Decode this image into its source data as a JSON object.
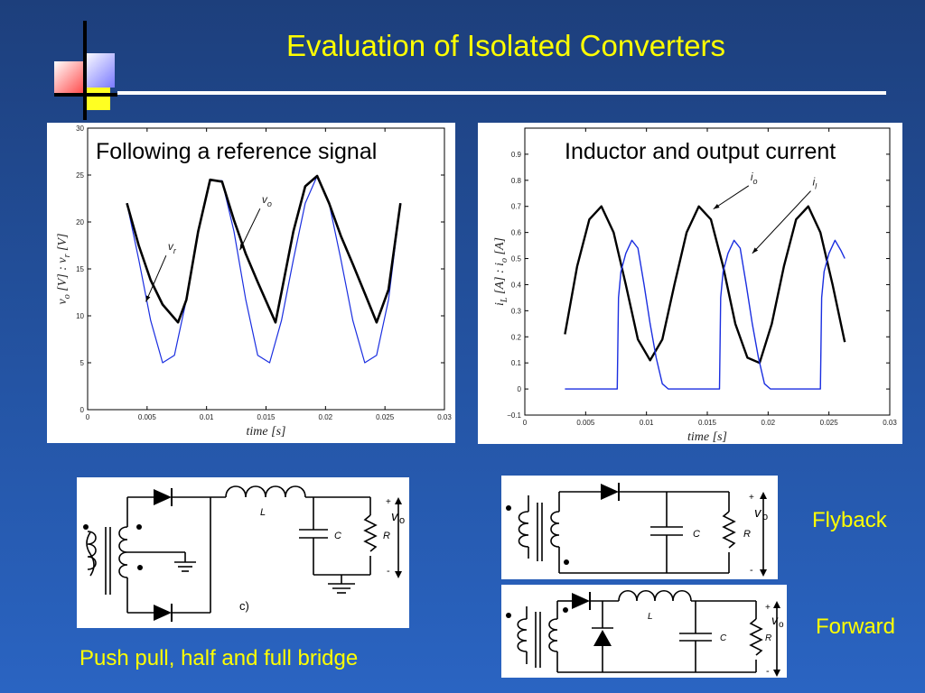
{
  "slide": {
    "title": "Evaluation of Isolated Converters",
    "colors": {
      "background": "#2454a4",
      "title": "#ffff00",
      "caption": "#ffff00",
      "curve_black": "#000000",
      "curve_blue": "#1a2ee0"
    }
  },
  "chart_data": [
    {
      "type": "line",
      "caption": "Following a reference signal",
      "xlabel": "time [s]",
      "ylabel_parts": [
        "v",
        "o",
        " [V]   :   ",
        "v",
        "r",
        " [V]"
      ],
      "xlim": [
        0,
        0.03
      ],
      "ylim": [
        0,
        30
      ],
      "x_ticks": [
        0,
        0.005,
        0.01,
        0.015,
        0.02,
        0.025,
        0.03
      ],
      "x_tick_labels": [
        "0",
        "0.005",
        "0.01",
        "0.015",
        "0.02",
        "0.025",
        "0.03"
      ],
      "y_ticks": [
        0,
        5,
        10,
        15,
        20,
        25,
        30
      ],
      "y_tick_labels": [
        "0",
        "5",
        "10",
        "15",
        "20",
        "25",
        "30"
      ],
      "annotations": [
        {
          "label": "v",
          "sub": "o",
          "text_at": [
            0.0148,
            22.0
          ],
          "arrow_to": [
            0.0128,
            17.0
          ]
        },
        {
          "label": "v",
          "sub": "r",
          "text_at": [
            0.0069,
            17.0
          ],
          "arrow_to": [
            0.0049,
            11.5
          ]
        }
      ],
      "series": [
        {
          "id": "vr",
          "color": "#1a2ee0",
          "width": 1.2,
          "x": [
            0.0033,
            0.0043,
            0.0053,
            0.0063,
            0.0073,
            0.0083,
            0.0093,
            0.0103,
            0.0113,
            0.0123,
            0.0133,
            0.0143,
            0.0153,
            0.0163,
            0.0173,
            0.0183,
            0.0193,
            0.0203,
            0.0213,
            0.0223,
            0.0233,
            0.0243,
            0.0253,
            0.0263
          ],
          "y": [
            22,
            16,
            9.5,
            5,
            5.8,
            11.7,
            19,
            24.4,
            24.4,
            19,
            11.7,
            5.8,
            5,
            9.5,
            16,
            22,
            24.9,
            22,
            16,
            9.5,
            5,
            5.8,
            11.7,
            22
          ]
        },
        {
          "id": "vo",
          "color": "#000000",
          "width": 2.6,
          "x": [
            0.0033,
            0.0043,
            0.0053,
            0.0063,
            0.0076,
            0.0083,
            0.0093,
            0.0103,
            0.0113,
            0.0123,
            0.0133,
            0.0143,
            0.0158,
            0.0163,
            0.0173,
            0.0183,
            0.0193,
            0.0203,
            0.0213,
            0.0223,
            0.0233,
            0.0243,
            0.0253,
            0.0263
          ],
          "y": [
            22,
            17.5,
            13.8,
            11.2,
            9.3,
            11.7,
            19,
            24.5,
            24.3,
            20.2,
            16.6,
            13.6,
            9.3,
            12.5,
            19,
            23.8,
            24.9,
            22,
            18.5,
            15.5,
            12.4,
            9.3,
            12.8,
            22
          ]
        }
      ]
    },
    {
      "type": "line",
      "caption": "Inductor and output current",
      "xlabel": "time [s]",
      "ylabel_parts": [
        "i",
        "L",
        " [A] :  ",
        "i",
        "o",
        " [A]"
      ],
      "xlim": [
        0,
        0.03
      ],
      "ylim": [
        -0.1,
        1.0
      ],
      "x_ticks": [
        0,
        0.005,
        0.01,
        0.015,
        0.02,
        0.025,
        0.03
      ],
      "x_tick_labels": [
        "0",
        "0.005",
        "0.01",
        "0.015",
        "0.02",
        "0.025",
        "0.03"
      ],
      "y_ticks": [
        -0.1,
        0,
        0.1,
        0.2,
        0.3,
        0.4,
        0.5,
        0.6,
        0.7,
        0.8,
        0.9
      ],
      "y_tick_labels": [
        "−0.1",
        "0",
        "0.1",
        "0.2",
        "0.3",
        "0.4",
        "0.5",
        "0.6",
        "0.7",
        "0.8",
        "0.9"
      ],
      "annotations": [
        {
          "label": "i",
          "sub": "o",
          "text_at": [
            0.0187,
            0.8
          ],
          "arrow_to": [
            0.0155,
            0.69
          ]
        },
        {
          "label": "i",
          "sub": "l",
          "text_at": [
            0.0238,
            0.78
          ],
          "arrow_to": [
            0.0187,
            0.52
          ]
        }
      ],
      "series": [
        {
          "id": "io",
          "color": "#000000",
          "width": 2.4,
          "x": [
            0.0033,
            0.0043,
            0.0053,
            0.0063,
            0.0073,
            0.0083,
            0.0093,
            0.0103,
            0.0113,
            0.0123,
            0.0133,
            0.0143,
            0.0153,
            0.0163,
            0.0173,
            0.0183,
            0.0193,
            0.0203,
            0.0213,
            0.0223,
            0.0233,
            0.0243,
            0.0253,
            0.0263
          ],
          "y": [
            0.21,
            0.47,
            0.65,
            0.7,
            0.6,
            0.4,
            0.19,
            0.11,
            0.19,
            0.4,
            0.6,
            0.7,
            0.65,
            0.47,
            0.25,
            0.12,
            0.1,
            0.25,
            0.47,
            0.65,
            0.7,
            0.6,
            0.4,
            0.18
          ]
        },
        {
          "id": "il",
          "color": "#1a2ee0",
          "width": 1.4,
          "x": [
            0.0033,
            0.0076,
            0.0077,
            0.0079,
            0.0083,
            0.0088,
            0.0093,
            0.0098,
            0.0103,
            0.0108,
            0.0113,
            0.0118,
            0.016,
            0.0161,
            0.0163,
            0.0167,
            0.0172,
            0.0177,
            0.0182,
            0.0187,
            0.0192,
            0.0197,
            0.0202,
            0.0243,
            0.0244,
            0.0246,
            0.025,
            0.0255,
            0.026,
            0.0263
          ],
          "y": [
            0,
            0,
            0.35,
            0.45,
            0.52,
            0.57,
            0.54,
            0.4,
            0.25,
            0.12,
            0.02,
            0,
            0,
            0.35,
            0.45,
            0.52,
            0.57,
            0.54,
            0.4,
            0.25,
            0.12,
            0.02,
            0,
            0,
            0.35,
            0.45,
            0.52,
            0.57,
            0.53,
            0.5
          ]
        }
      ]
    }
  ],
  "circuits": {
    "push_pull": {
      "caption": "Push pull, half and full bridge",
      "L": "L",
      "C": "C",
      "R": "R",
      "vo": "v",
      "vo_sub": "o",
      "plus": "+",
      "minus": "-",
      "tag": "c)"
    },
    "flyback": {
      "caption": "Flyback",
      "C": "C",
      "R": "R",
      "vo": "v",
      "vo_sub": "o",
      "plus": "+",
      "minus": "-"
    },
    "forward": {
      "caption": "Forward",
      "L": "L",
      "C": "C",
      "R": "R",
      "vo": "v",
      "vo_sub": "o",
      "plus": "+",
      "minus": "-"
    }
  }
}
